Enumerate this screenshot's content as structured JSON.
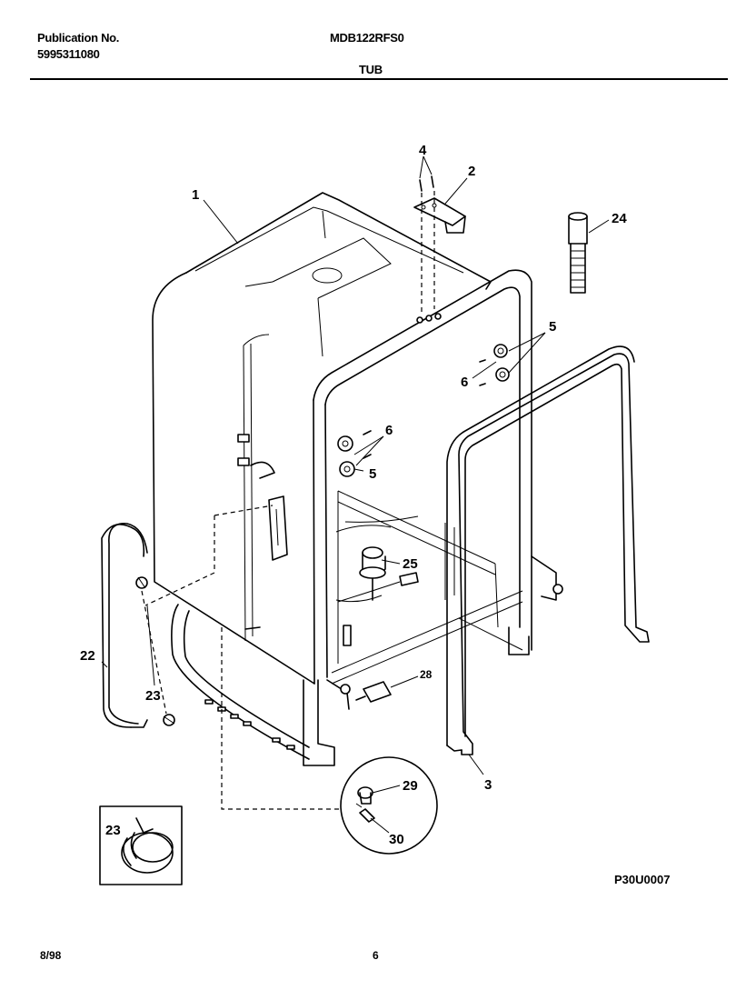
{
  "header": {
    "publication_label": "Publication No.",
    "publication_number": "5995311080",
    "model": "MDB122RFS0",
    "section_title": "TUB"
  },
  "diagram": {
    "callouts": {
      "c1": "1",
      "c2": "2",
      "c3": "3",
      "c4": "4",
      "c5a": "5",
      "c5b": "5",
      "c6a": "6",
      "c6b": "6",
      "c22": "22",
      "c23a": "23",
      "c23b": "23",
      "c24": "24",
      "c25": "25",
      "c28": "28",
      "c29": "29",
      "c30": "30"
    },
    "figure_code": "P30U0007"
  },
  "footer": {
    "date": "8/98",
    "page": "6"
  }
}
